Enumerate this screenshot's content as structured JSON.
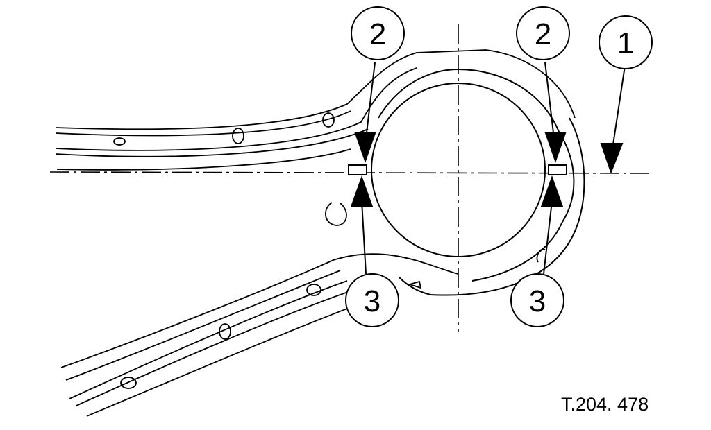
{
  "callouts": {
    "c1": "1",
    "c2_left": "2",
    "c2_right": "2",
    "c3_left": "3",
    "c3_right": "3"
  },
  "reference": "T.204. 478",
  "colors": {
    "ink": "#000000",
    "background": "#ffffff"
  }
}
